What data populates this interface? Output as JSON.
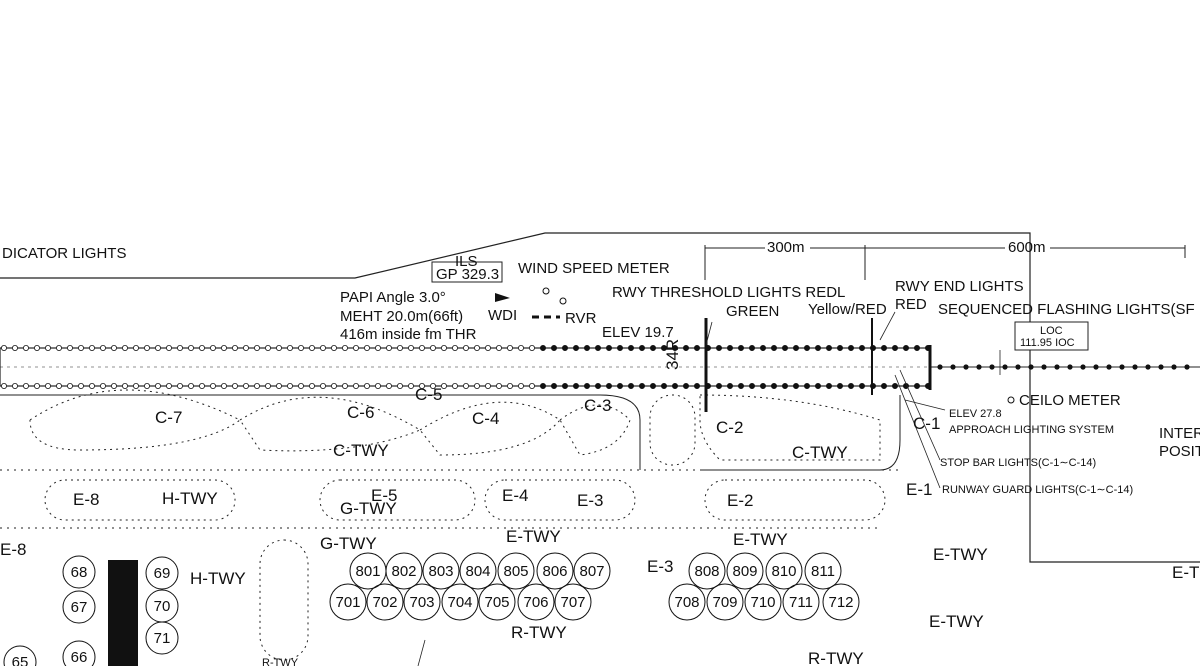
{
  "labels": {
    "indicator_lights": "DICATOR LIGHTS",
    "ils": "ILS",
    "gp": "GP 329.3",
    "wind_speed_meter": "WIND SPEED METER",
    "papi": "PAPI Angle 3.0°",
    "meht": "MEHT 20.0m(66ft)",
    "papi_dist": "416m inside fm THR",
    "wdi": "WDI",
    "rvr": "RVR",
    "rwy_threshold": "RWY THRESHOLD LIGHTS REDL",
    "green": "GREEN",
    "yellow_red": "Yellow/RED",
    "rwy_end": "RWY END LIGHTS",
    "red": "RED",
    "seq_flash": "SEQUENCED FLASHING LIGHTS(SF",
    "dim_300": "300m",
    "dim_600": "600m",
    "elev_19": "ELEV 19.7",
    "elev_27": "ELEV 27.8",
    "loc": "LOC",
    "loc_freq": "111.95 IOC",
    "ceilo": "CEILO METER",
    "approach": "APPROACH LIGHTING SYSTEM",
    "inter": "INTER",
    "posit": "POSIT",
    "stop_bar": "STOP BAR LIGHTS(C-1∼C-14)",
    "guard": "RUNWAY GUARD LIGHTS(C-1∼C-14)",
    "rwy_number": "34R"
  },
  "taxiways": {
    "c7": "C-7",
    "c6": "C-6",
    "c5": "C-5",
    "c4": "C-4",
    "c3": "C-3",
    "c2": "C-2",
    "c1": "C-1",
    "c_twy_left": "C-TWY",
    "c_twy_right": "C-TWY",
    "e8": "E-8",
    "e8b": "E-8",
    "h_twy": "H-TWY",
    "h_twy_b": "H-TWY",
    "e5": "E-5",
    "g_twy": "G-TWY",
    "g_twy_b": "G-TWY",
    "e4": "E-4",
    "e3": "E-3",
    "e3b": "E-3",
    "e2": "E-2",
    "e1": "E-1",
    "e_twy_a": "E-TWY",
    "e_twy_b": "E-TWY",
    "e_twy_c": "E-TWY",
    "e_twy_d": "E-TWY",
    "e_twy_e": "E-T",
    "r_twy": "R-TWY",
    "r_twy_b": "R-TWY",
    "r_twy_c": "R-TWY"
  },
  "stands_top": [
    "801",
    "802",
    "803",
    "804",
    "805",
    "806",
    "807"
  ],
  "stands_bottom": [
    "701",
    "702",
    "703",
    "704",
    "705",
    "706",
    "707"
  ],
  "stands_right_top": [
    "808",
    "809",
    "810",
    "811"
  ],
  "stands_right_bottom": [
    "708",
    "709",
    "710",
    "711",
    "712"
  ],
  "stands_left": [
    "68",
    "69",
    "67",
    "70",
    "71",
    "66",
    "65"
  ]
}
